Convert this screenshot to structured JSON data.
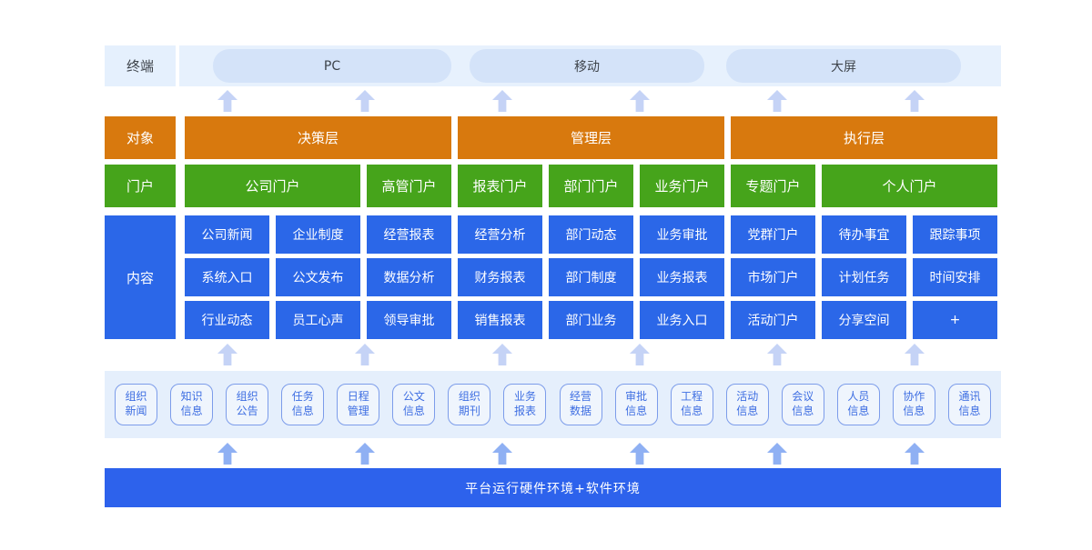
{
  "colors": {
    "orange": "#D8790E",
    "green": "#46A41B",
    "blue": "#2B67E8",
    "bar_blue": "#2D62EC",
    "strip_bg": "#E7F1FD",
    "pill_bg": "#D4E3F9",
    "chip_strip_bg": "#E5EFFC",
    "chip_border": "#7C9CEA",
    "chip_text": "#3E6EE2",
    "arrow_light": "#C5D3F6",
    "arrow_dark": "#8FB0F3"
  },
  "terminal": {
    "label": "终端",
    "devices": [
      "PC",
      "移动",
      "大屏"
    ]
  },
  "audience": {
    "label": "对象",
    "layers": [
      "决策层",
      "管理层",
      "执行层"
    ]
  },
  "portal": {
    "label": "门户",
    "items": [
      "公司门户",
      "高管门户",
      "报表门户",
      "部门门户",
      "业务门户",
      "专题门户",
      "个人门户"
    ]
  },
  "content": {
    "label": "内容",
    "rows": [
      [
        "公司新闻",
        "企业制度",
        "经营报表",
        "经营分析",
        "部门动态",
        "业务审批",
        "党群门户",
        "待办事宜",
        "跟踪事项"
      ],
      [
        "系统入口",
        "公文发布",
        "数据分析",
        "财务报表",
        "部门制度",
        "业务报表",
        "市场门户",
        "计划任务",
        "时间安排"
      ],
      [
        "行业动态",
        "员工心声",
        "领导审批",
        "销售报表",
        "部门业务",
        "业务入口",
        "活动门户",
        "分享空间",
        "+"
      ]
    ]
  },
  "chips": [
    "组织新闻",
    "知识信息",
    "组织公告",
    "任务信息",
    "日程管理",
    "公文信息",
    "组织期刊",
    "业务报表",
    "经营数据",
    "审批信息",
    "工程信息",
    "活动信息",
    "会议信息",
    "人员信息",
    "协作信息",
    "通讯信息"
  ],
  "platform": {
    "label": "平台运行硬件环境+软件环境"
  }
}
